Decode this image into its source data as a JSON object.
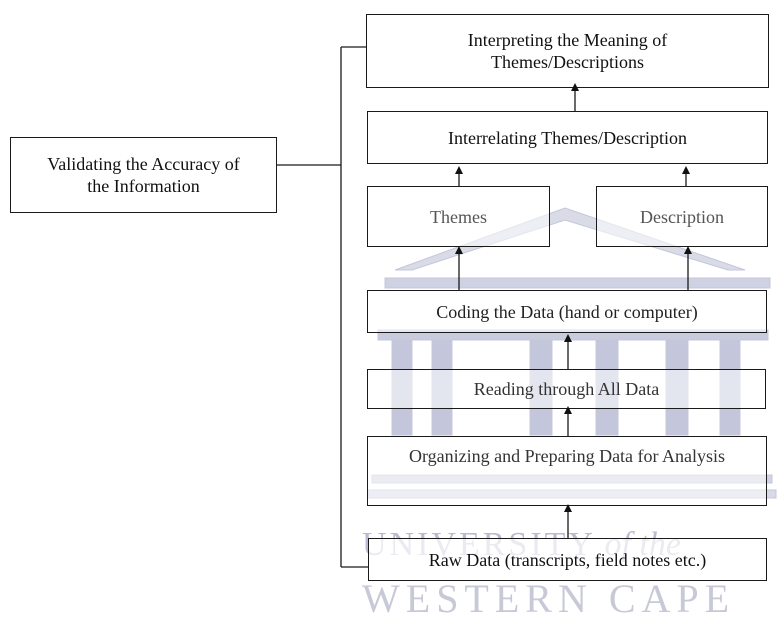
{
  "diagram": {
    "validate": "Validating the Accuracy of the Information",
    "interpret_line1": "Interpreting the Meaning of",
    "interpret_line2": "Themes/Descriptions",
    "interrelate": "Interrelating Themes/Description",
    "themes": "Themes",
    "description": "Description",
    "coding": "Coding the Data (hand or computer)",
    "reading": "Reading through All Data",
    "organizing": "Organizing and Preparing Data for Analysis",
    "raw": "Raw Data (transcripts, field notes etc.)"
  },
  "watermark": {
    "line1_main": "UNIVERSITY",
    "line1_tail": " of the",
    "line2": "WESTERN CAPE"
  }
}
